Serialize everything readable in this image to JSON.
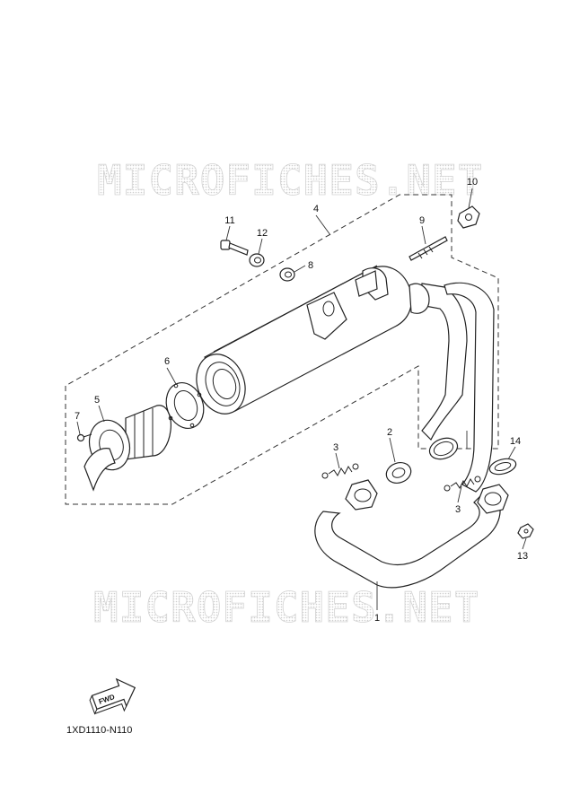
{
  "watermark": {
    "top_text": "MICROFICHES.NET",
    "bottom_text": "MICROFICHES.NET"
  },
  "callouts": {
    "c1": "1",
    "c2": "2",
    "c3a": "3",
    "c3b": "3",
    "c4": "4",
    "c5": "5",
    "c6": "6",
    "c7": "7",
    "c8": "8",
    "c9": "9",
    "c10": "10",
    "c11": "11",
    "c12": "12",
    "c13": "13",
    "c14": "14"
  },
  "fwd_label": "FWD",
  "diagram_code": "1XD1110-N110"
}
